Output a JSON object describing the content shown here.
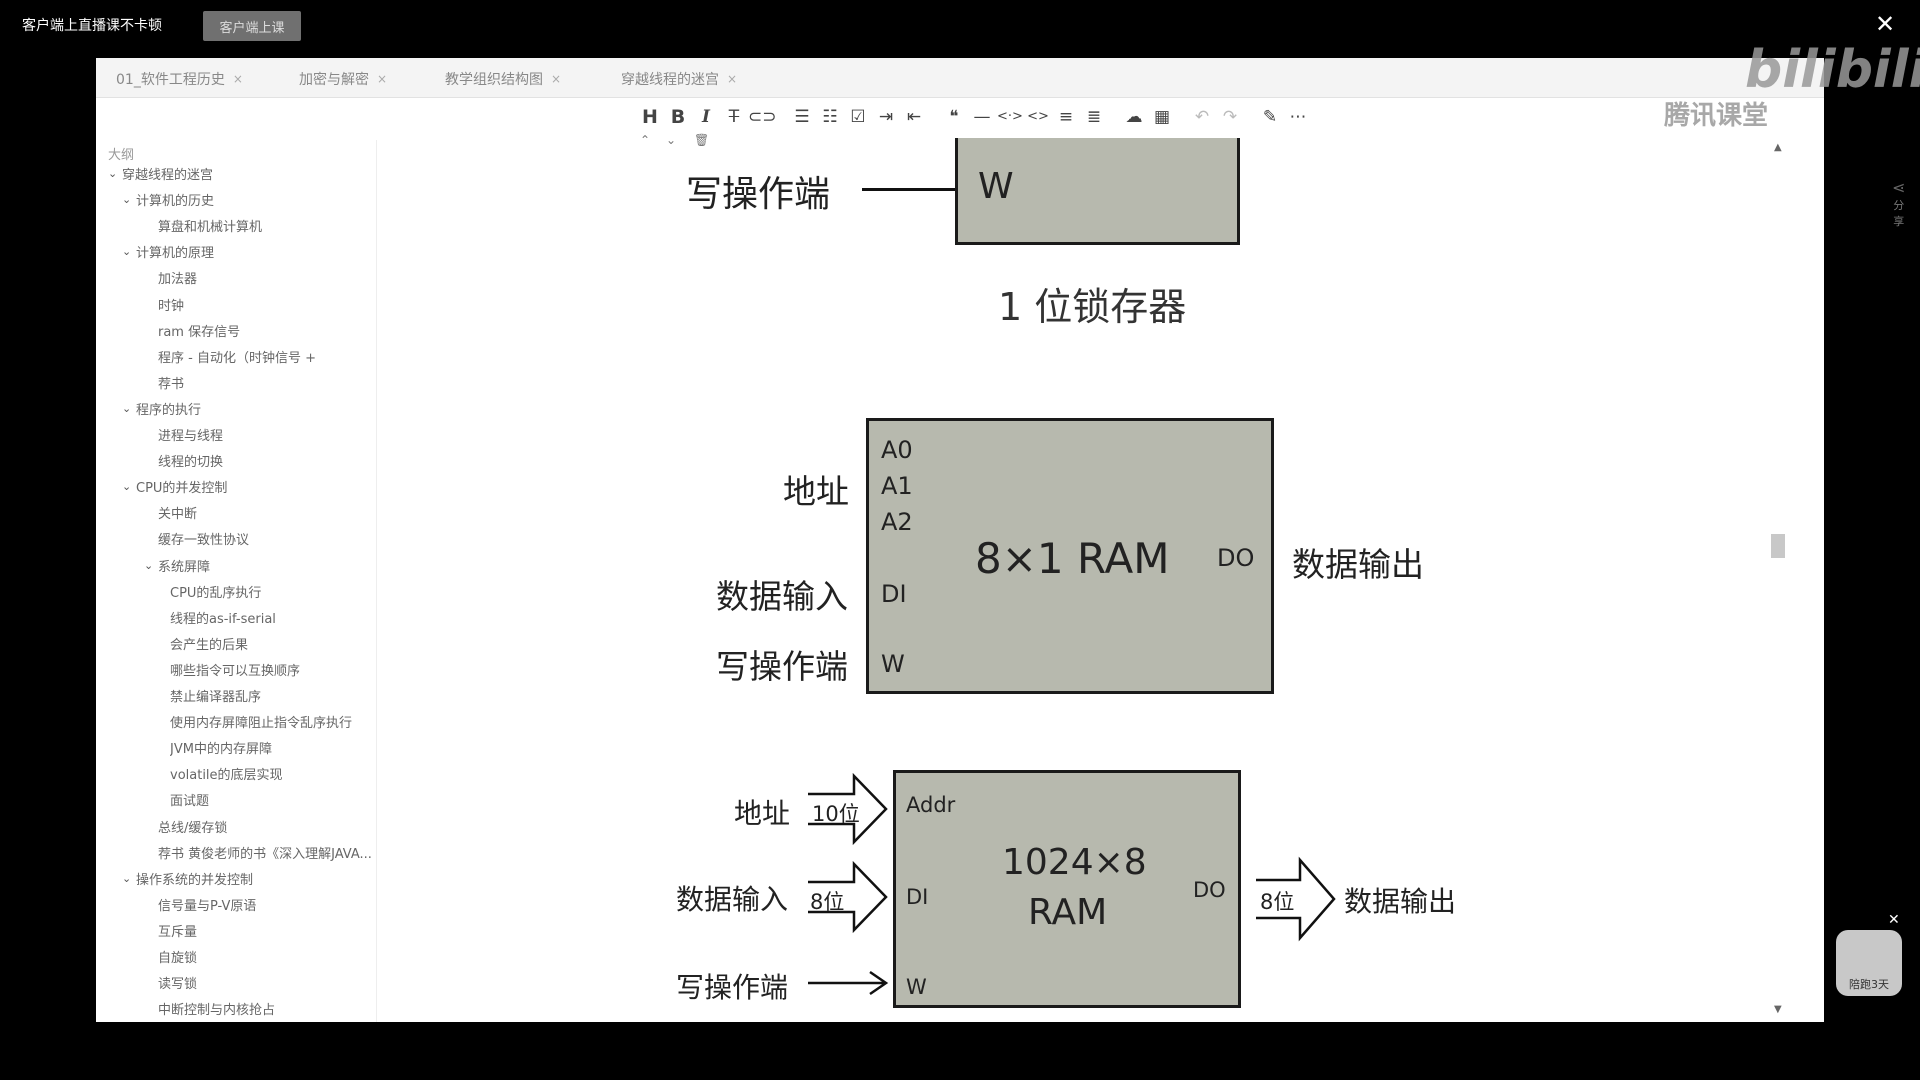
{
  "topbar": {
    "title": "客户端上直播课不卡顿",
    "live_button": "客户端上课",
    "close": "✕"
  },
  "tabs": [
    {
      "label": "01_软件工程历史",
      "close": "×"
    },
    {
      "label": "加密与解密",
      "close": "×"
    },
    {
      "label": "教学组织结构图",
      "close": "×"
    },
    {
      "label": "穿越线程的迷宫",
      "close": "×"
    }
  ],
  "toolbar": {
    "icons": [
      "heading-icon",
      "bold-icon",
      "italic-icon",
      "strikethrough-icon",
      "link-icon",
      "bullet-list-icon",
      "ordered-list-icon",
      "checklist-icon",
      "indent-icon",
      "outdent-icon",
      "quote-icon",
      "hr-icon",
      "code-icon",
      "code-block-icon",
      "align-icon",
      "format-icon",
      "cloud-icon",
      "table-icon",
      "undo-icon",
      "redo-icon",
      "pen-icon",
      "more-icon"
    ]
  },
  "sidebar": {
    "outline_label": "大纲",
    "items": [
      {
        "label": "穿越线程的迷宫",
        "level": 0,
        "expanded": true
      },
      {
        "label": "计算机的历史",
        "level": 1,
        "expanded": true
      },
      {
        "label": "算盘和机械计算机",
        "level": 2
      },
      {
        "label": "计算机的原理",
        "level": 1,
        "expanded": true
      },
      {
        "label": "加法器",
        "level": 2
      },
      {
        "label": "时钟",
        "level": 2
      },
      {
        "label": "ram 保存信号",
        "level": 2
      },
      {
        "label": "程序 - 自动化（时钟信号 +",
        "level": 2
      },
      {
        "label": "荐书",
        "level": 2
      },
      {
        "label": "程序的执行",
        "level": 1,
        "expanded": true
      },
      {
        "label": "进程与线程",
        "level": 2
      },
      {
        "label": "线程的切换",
        "level": 2
      },
      {
        "label": "CPU的并发控制",
        "level": 1,
        "expanded": true
      },
      {
        "label": "关中断",
        "level": 2
      },
      {
        "label": "缓存一致性协议",
        "level": 2
      },
      {
        "label": "系统屏障",
        "level": 2,
        "expanded": true
      },
      {
        "label": "CPU的乱序执行",
        "level": 3
      },
      {
        "label": "线程的as-if-serial",
        "level": 3
      },
      {
        "label": "会产生的后果",
        "level": 3
      },
      {
        "label": "哪些指令可以互换顺序",
        "level": 3
      },
      {
        "label": "禁止编译器乱序",
        "level": 3
      },
      {
        "label": "使用内存屏障阻止指令乱序执行",
        "level": 3
      },
      {
        "label": "JVM中的内存屏障",
        "level": 3
      },
      {
        "label": "volatile的底层实现",
        "level": 3
      },
      {
        "label": "面试题",
        "level": 3
      },
      {
        "label": "总线/缓存锁",
        "level": 2
      },
      {
        "label": "荐书 黄俊老师的书《深入理解JAVA...",
        "level": 2
      },
      {
        "label": "操作系统的并发控制",
        "level": 1,
        "expanded": true
      },
      {
        "label": "信号量与P-V原语",
        "level": 2
      },
      {
        "label": "互斥量",
        "level": 2
      },
      {
        "label": "自旋锁",
        "level": 2
      },
      {
        "label": "读写锁",
        "level": 2
      },
      {
        "label": "中断控制与内核抢占",
        "level": 2
      }
    ]
  },
  "diagram1": {
    "left_label": "写操作端",
    "box_label": "W",
    "caption": "1 位锁存器"
  },
  "diagram2": {
    "address_label": "地址",
    "data_in_label": "数据输入",
    "write_label": "写操作端",
    "a0": "A0",
    "a1": "A1",
    "a2": "A2",
    "di": "DI",
    "w": "W",
    "center": "8×1 RAM",
    "do": "DO",
    "data_out_label": "数据输出"
  },
  "diagram3": {
    "address_label": "地址",
    "address_bits": "10位",
    "data_in_label": "数据输入",
    "data_in_bits": "8位",
    "write_label": "写操作端",
    "addr": "Addr",
    "di": "DI",
    "w": "W",
    "center_line1": "1024×8",
    "center_line2": "RAM",
    "do": "DO",
    "data_out_bits": "8位",
    "data_out_label": "数据输出"
  },
  "share_label": "分享",
  "watermark": {
    "brand": "bilibili",
    "school": "腾讯课堂"
  },
  "mascot_label": "陪跑3天"
}
